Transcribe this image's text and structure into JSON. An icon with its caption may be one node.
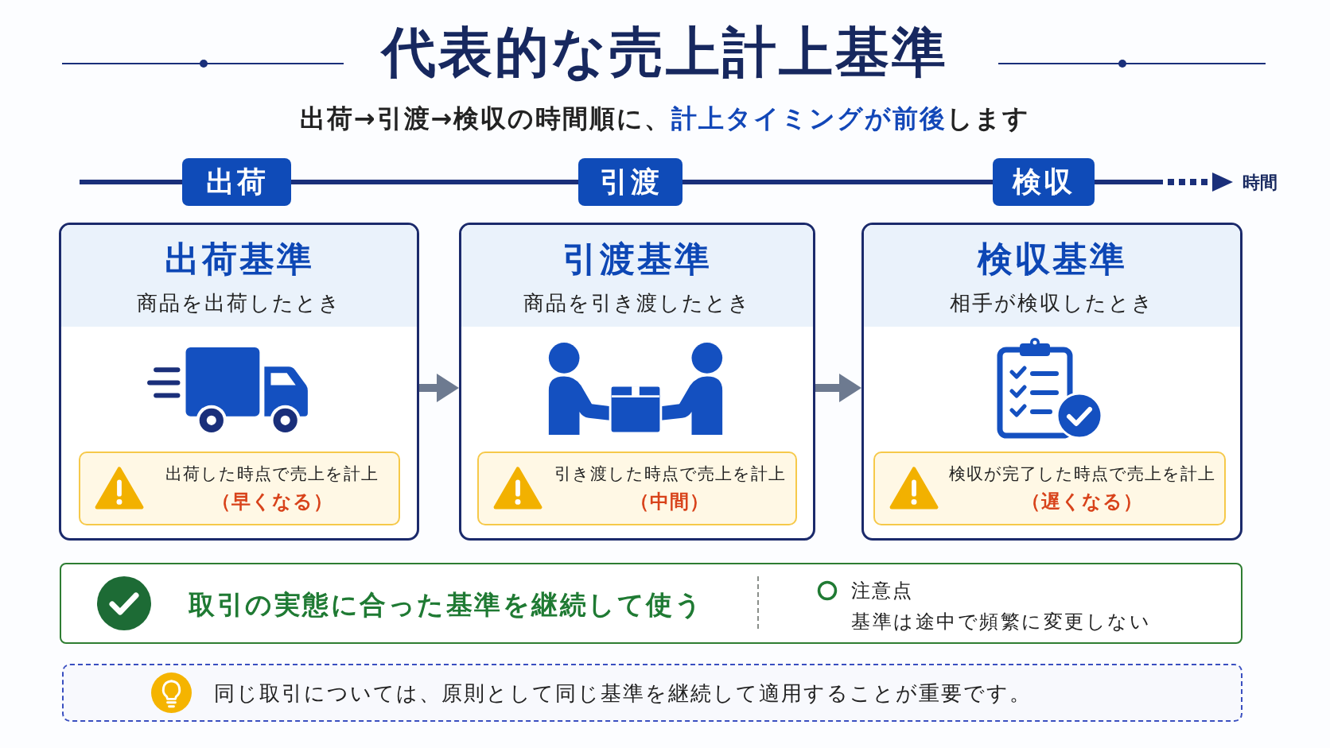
{
  "diagram": {
    "title": "代表的な売上計上基準",
    "nodes": [
      {
        "text": [
          "出荷"
        ]
      },
      {
        "text": [
          "引渡"
        ]
      },
      {
        "text": [
          "検収"
        ]
      },
      {
        "text": [
          "出荷基準",
          "商品を出荷したとき"
        ]
      },
      {
        "text": [
          "出荷した時点で売上を計上",
          "（早くなる）"
        ],
        "in": 3
      },
      {
        "text": [
          "引渡基準",
          "商品を引き渡したとき"
        ]
      },
      {
        "text": [
          "引き渡した時点で売上を計上",
          "（中間）"
        ],
        "in": 5
      },
      {
        "text": [
          "検収基準",
          "相手が検収したとき"
        ]
      },
      {
        "text": [
          "検収が完了した時点で売上を計上",
          "（遅くなる）"
        ],
        "in": 7
      },
      {
        "text": [
          "取引の実態に合った基準を継続して使う",
          "注意点",
          "基準は途中で頻繁に変更しない"
        ]
      },
      {
        "text": [
          "同じ取引については、原則として同じ基準を継続して適用することが重要です。"
        ]
      }
    ],
    "edges": [
      {
        "from": 3,
        "to": 5,
        "arrow": "to"
      },
      {
        "from": 5,
        "to": 7,
        "arrow": "to"
      }
    ],
    "labels": [
      "出荷→引渡→検収の時間順に、**計上タイミングが前後**します",
      "時間"
    ]
  }
}
